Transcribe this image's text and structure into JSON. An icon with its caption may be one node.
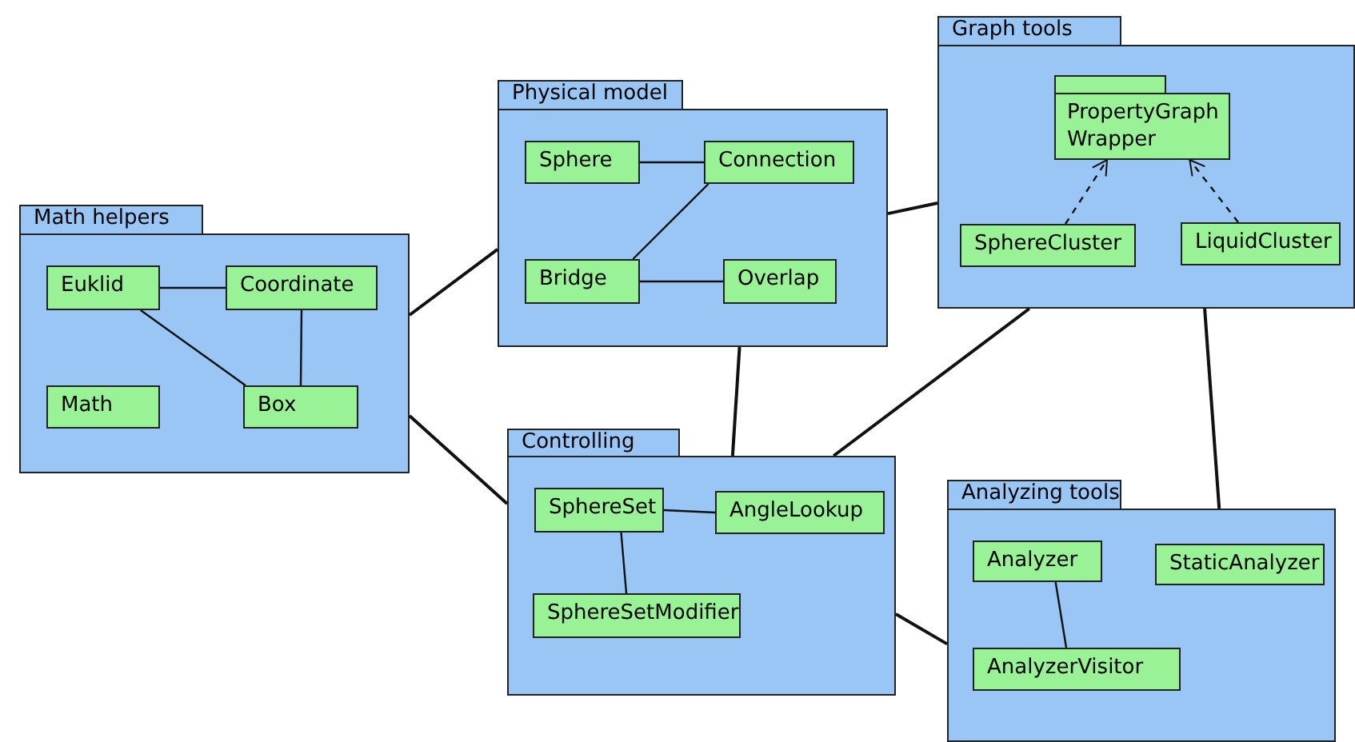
{
  "diagram": {
    "nodes": [
      {
        "text": [
          "Math helpers"
        ]
      },
      {
        "text": [
          "Euklid"
        ],
        "in": 0
      },
      {
        "text": [
          "Coordinate"
        ],
        "in": 0
      },
      {
        "text": [
          "Math"
        ],
        "in": 0
      },
      {
        "text": [
          "Box"
        ],
        "in": 0
      },
      {
        "text": [
          "Physical model"
        ]
      },
      {
        "text": [
          "Sphere"
        ],
        "in": 5
      },
      {
        "text": [
          "Connection"
        ],
        "in": 5
      },
      {
        "text": [
          "Bridge"
        ],
        "in": 5
      },
      {
        "text": [
          "Overlap"
        ],
        "in": 5
      },
      {
        "text": [
          "Graph tools"
        ]
      },
      {
        "text": [
          "PropertyGraph Wrapper"
        ],
        "in": 10
      },
      {
        "text": [
          "SphereCluster"
        ],
        "in": 10
      },
      {
        "text": [
          "LiquidCluster"
        ],
        "in": 10
      },
      {
        "text": [
          "Controlling"
        ]
      },
      {
        "text": [
          "SphereSet"
        ],
        "in": 14
      },
      {
        "text": [
          "AngleLookup"
        ],
        "in": 14
      },
      {
        "text": [
          "SphereSetModifier"
        ],
        "in": 14
      },
      {
        "text": [
          "Analyzing tools"
        ]
      },
      {
        "text": [
          "Analyzer"
        ],
        "in": 18
      },
      {
        "text": [
          "StaticAnalyzer"
        ],
        "in": 18
      },
      {
        "text": [
          "AnalyzerVisitor"
        ],
        "in": 18
      }
    ],
    "edges": [
      {
        "from": 0,
        "to": 5,
        "arrow": "none"
      },
      {
        "from": 0,
        "to": 14,
        "arrow": "none"
      },
      {
        "from": 5,
        "to": 10,
        "arrow": "none"
      },
      {
        "from": 5,
        "to": 14,
        "arrow": "none"
      },
      {
        "from": 10,
        "to": 14,
        "arrow": "none"
      },
      {
        "from": 10,
        "to": 18,
        "arrow": "none"
      },
      {
        "from": 14,
        "to": 18,
        "arrow": "none"
      },
      {
        "from": 1,
        "to": 2,
        "arrow": "none"
      },
      {
        "from": 1,
        "to": 4,
        "arrow": "none"
      },
      {
        "from": 2,
        "to": 4,
        "arrow": "none"
      },
      {
        "from": 6,
        "to": 7,
        "arrow": "none"
      },
      {
        "from": 7,
        "to": 8,
        "arrow": "none"
      },
      {
        "from": 8,
        "to": 9,
        "arrow": "none"
      },
      {
        "from": 12,
        "to": 11,
        "arrow": "to",
        "style": "dashed"
      },
      {
        "from": 13,
        "to": 11,
        "arrow": "to",
        "style": "dashed"
      },
      {
        "from": 15,
        "to": 16,
        "arrow": "none"
      },
      {
        "from": 15,
        "to": 17,
        "arrow": "none"
      },
      {
        "from": 19,
        "to": 21,
        "arrow": "none"
      }
    ]
  }
}
